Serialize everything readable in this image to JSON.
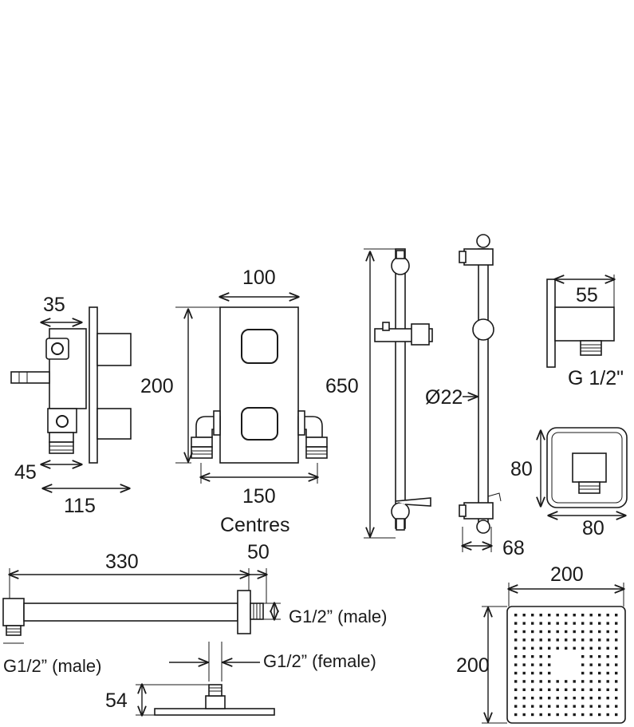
{
  "dimensions": {
    "valve_depth_35": "35",
    "valve_depth_45": "45",
    "valve_depth_115": "115",
    "plate_width_100": "100",
    "plate_height_200": "200",
    "centres_150": "150",
    "centres_label": "Centres",
    "rail_length_650": "650",
    "rail_diameter": "Ø22",
    "rail_projection_68": "68",
    "outlet_projection_55": "55",
    "outlet_thread": "G 1/2\"",
    "outlet_height_80": "80",
    "outlet_width_80": "80",
    "arm_length_330": "330",
    "arm_flange_50": "50",
    "arm_thread_right": "G1/2” (male)",
    "arm_thread_left": "G1/2” (male)",
    "head_thread": "G1/2” (female)",
    "head_height_54": "54",
    "head_width_200": "200",
    "head_depth_200": "200"
  }
}
